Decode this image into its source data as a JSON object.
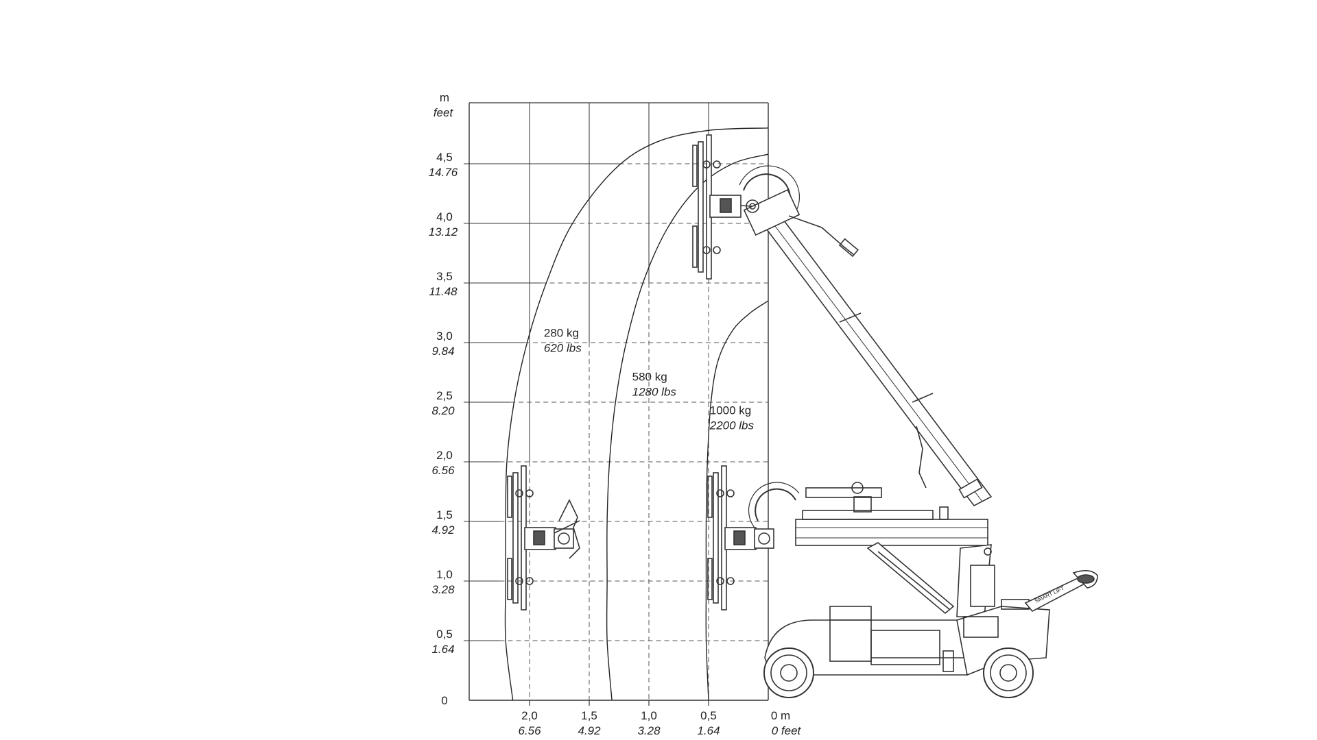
{
  "chart_data": {
    "type": "line",
    "title": "",
    "y_axis": {
      "unit_primary": "m",
      "unit_secondary": "feet",
      "range": [
        0,
        5.0
      ],
      "ticks": [
        {
          "value": 0,
          "label": "0",
          "label_alt": ""
        },
        {
          "value": 0.5,
          "label": "0,5",
          "label_alt": "1.64"
        },
        {
          "value": 1.0,
          "label": "1,0",
          "label_alt": "3.28"
        },
        {
          "value": 1.5,
          "label": "1,5",
          "label_alt": "4.92"
        },
        {
          "value": 2.0,
          "label": "2,0",
          "label_alt": "6.56"
        },
        {
          "value": 2.5,
          "label": "2,5",
          "label_alt": "8.20"
        },
        {
          "value": 3.0,
          "label": "3,0",
          "label_alt": "9.84"
        },
        {
          "value": 3.5,
          "label": "3,5",
          "label_alt": "11.48"
        },
        {
          "value": 4.0,
          "label": "4,0",
          "label_alt": "13.12"
        },
        {
          "value": 4.5,
          "label": "4,5",
          "label_alt": "14.76"
        }
      ]
    },
    "x_axis": {
      "range": [
        2.5,
        0
      ],
      "ticks": [
        {
          "value": 2.0,
          "label": "2,0",
          "label_alt": "6.56"
        },
        {
          "value": 1.5,
          "label": "1,5",
          "label_alt": "4.92"
        },
        {
          "value": 1.0,
          "label": "1,0",
          "label_alt": "3.28"
        },
        {
          "value": 0.5,
          "label": "0,5",
          "label_alt": "1.64"
        },
        {
          "value": 0,
          "label": "0 m",
          "label_alt": "0 feet"
        }
      ]
    },
    "grid": true,
    "series": [
      {
        "name": "280 kg",
        "name_alt": "620 lbs",
        "label_at": [
          1.88,
          3.05
        ],
        "points": [
          [
            2.14,
            0
          ],
          [
            2.2,
            0.5
          ],
          [
            2.2,
            1.0
          ],
          [
            2.2,
            1.5
          ],
          [
            2.19,
            2.0
          ],
          [
            2.13,
            2.5
          ],
          [
            2.02,
            3.0
          ],
          [
            1.86,
            3.5
          ],
          [
            1.64,
            4.0
          ],
          [
            1.29,
            4.45
          ],
          [
            0.94,
            4.68
          ],
          [
            0.5,
            4.78
          ],
          [
            0,
            4.8
          ]
        ]
      },
      {
        "name": "580 kg",
        "name_alt": "1280 lbs",
        "label_at": [
          1.14,
          2.68
        ],
        "points": [
          [
            1.31,
            0
          ],
          [
            1.35,
            0.5
          ],
          [
            1.35,
            1.0
          ],
          [
            1.35,
            1.5
          ],
          [
            1.33,
            2.0
          ],
          [
            1.28,
            2.5
          ],
          [
            1.19,
            3.0
          ],
          [
            1.05,
            3.5
          ],
          [
            0.85,
            3.95
          ],
          [
            0.59,
            4.3
          ],
          [
            0.3,
            4.5
          ],
          [
            0,
            4.58
          ]
        ]
      },
      {
        "name": "1000 kg",
        "name_alt": "2200 lbs",
        "label_at": [
          0.49,
          2.4
        ],
        "points": [
          [
            0.5,
            0
          ],
          [
            0.52,
            0.5
          ],
          [
            0.52,
            1.0
          ],
          [
            0.52,
            1.5
          ],
          [
            0.51,
            2.0
          ],
          [
            0.48,
            2.5
          ],
          [
            0.42,
            2.85
          ],
          [
            0.3,
            3.1
          ],
          [
            0.15,
            3.25
          ],
          [
            0,
            3.35
          ]
        ]
      }
    ]
  },
  "machine": {
    "logo_text": "SMART LIFT"
  }
}
